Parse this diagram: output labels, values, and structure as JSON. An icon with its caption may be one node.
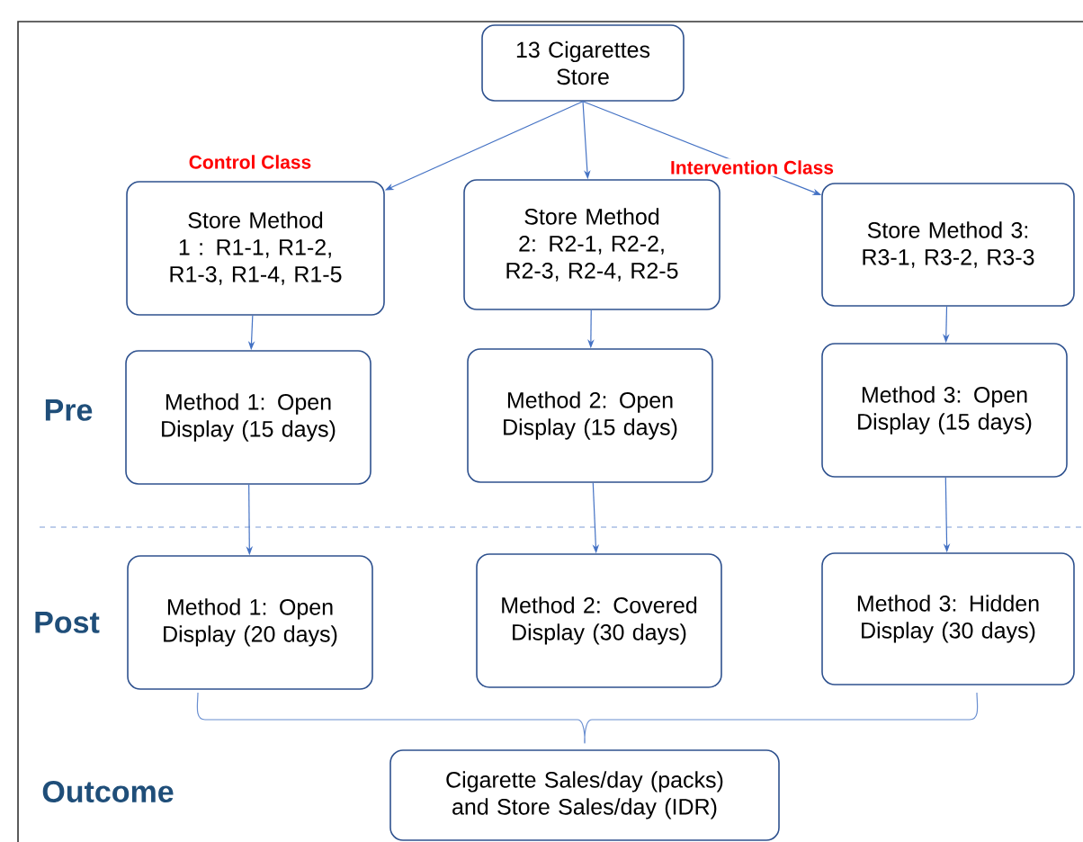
{
  "diagram": {
    "nodes": [
      {
        "text": [
          "13 Cigarettes Store"
        ]
      },
      {
        "text": [
          "Store Method 1 : R1-1, R1-2, R1-3, R1-4, R1-5"
        ]
      },
      {
        "text": [
          "Store Method 2: R2-1, R2-2, R2-3, R2-4, R2-5"
        ]
      },
      {
        "text": [
          "Store Method 3: R3-1, R3-2, R3-3"
        ]
      },
      {
        "text": [
          "Method 1: Open Display (15 days)"
        ]
      },
      {
        "text": [
          "Method 2: Open Display (15 days)"
        ]
      },
      {
        "text": [
          "Method 3: Open Display (15 days)"
        ]
      },
      {
        "text": [
          "Method 1: Open Display (20 days)"
        ]
      },
      {
        "text": [
          "Method 2: Covered Display (30 days)"
        ]
      },
      {
        "text": [
          "Method 3: Hidden Display (30 days)"
        ]
      },
      {
        "text": [
          "Cigarette Sales/day (packs) and Store Sales/day (IDR)"
        ]
      }
    ],
    "edges": [
      {
        "from": 0,
        "to": 1,
        "arrow": "to"
      },
      {
        "from": 0,
        "to": 2,
        "arrow": "to"
      },
      {
        "from": 0,
        "to": 3,
        "arrow": "to"
      },
      {
        "from": 1,
        "to": 4,
        "arrow": "to"
      },
      {
        "from": 2,
        "to": 5,
        "arrow": "to"
      },
      {
        "from": 3,
        "to": 6,
        "arrow": "to"
      },
      {
        "from": 4,
        "to": 7,
        "arrow": "to"
      },
      {
        "from": 5,
        "to": 8,
        "arrow": "to"
      },
      {
        "from": 6,
        "to": 9,
        "arrow": "to"
      }
    ],
    "labels": [
      "Control Class",
      "Intervention Class",
      "Pre",
      "Post",
      "Outcome"
    ]
  }
}
